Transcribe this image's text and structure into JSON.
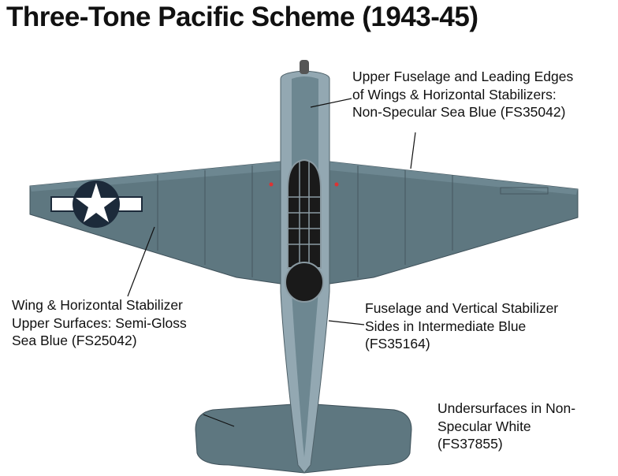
{
  "title": "Three-Tone Pacific Scheme (1943-45)",
  "labels": {
    "upper_fuselage": [
      "Upper Fuselage and Leading Edges",
      "of Wings & Horizontal Stabilizers:",
      "Non-Specular Sea Blue (FS35042)"
    ],
    "wing_upper": [
      "Wing & Horizontal Stabilizer",
      "Upper Surfaces: Semi-Gloss",
      "Sea Blue (FS25042)"
    ],
    "fuselage_sides": [
      "Fuselage and Vertical Stabilizer",
      "Sides in Intermediate Blue",
      "(FS35164)"
    ],
    "undersurfaces": [
      "Undersurfaces in Non-",
      "Specular White",
      "(FS37855)"
    ]
  },
  "colors": {
    "sea_blue": "#5e7780",
    "non_specular_sea_blue": "#6d8791",
    "intermediate_blue": "#93a8b2",
    "insignia_blue": "#1c2a3a",
    "insignia_white": "#ffffff"
  }
}
